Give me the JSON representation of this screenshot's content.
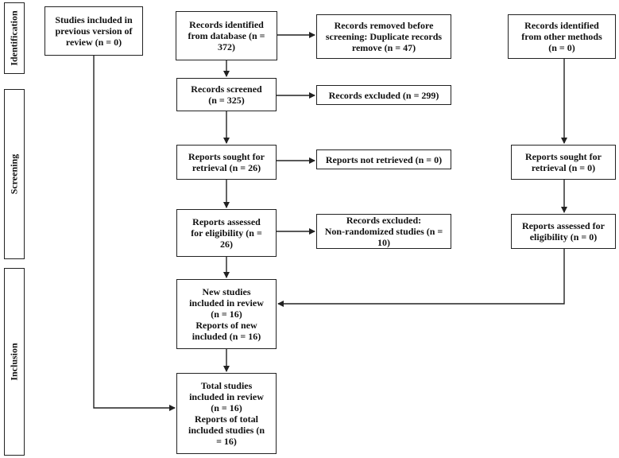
{
  "stages": {
    "identification": "Identification",
    "screening": "Screening",
    "inclusion": "Inclusion"
  },
  "boxes": {
    "previous_studies": "Studies included in\nprevious version of\nreview (n = 0)",
    "records_identified_db": "Records identified\nfrom database (n =\n372)",
    "records_removed": "Records removed before\nscreening: Duplicate records\nremove (n = 47)",
    "records_identified_other": "Records identified\nfrom other methods\n(n = 0)",
    "records_screened": "Records screened\n(n = 325)",
    "records_excluded": "Records excluded (n = 299)",
    "reports_sought_db": "Reports sought for\nretrieval (n = 26)",
    "reports_not_retrieved": "Reports not retrieved (n = 0)",
    "reports_sought_other": "Reports sought for\nretrieval (n = 0)",
    "reports_assessed_db": "Reports assessed\nfor eligibility (n =\n26)",
    "records_excluded_nonrandom": "Records excluded:\nNon-randomized studies (n = 10)",
    "reports_assessed_other": "Reports assessed for\neligibility (n = 0)",
    "new_studies": "New studies\nincluded in review\n(n = 16)\nReports of new\nincluded (n = 16)",
    "total_studies": "Total studies\nincluded in review\n(n = 16)\nReports of total\nincluded studies (n\n= 16)"
  }
}
